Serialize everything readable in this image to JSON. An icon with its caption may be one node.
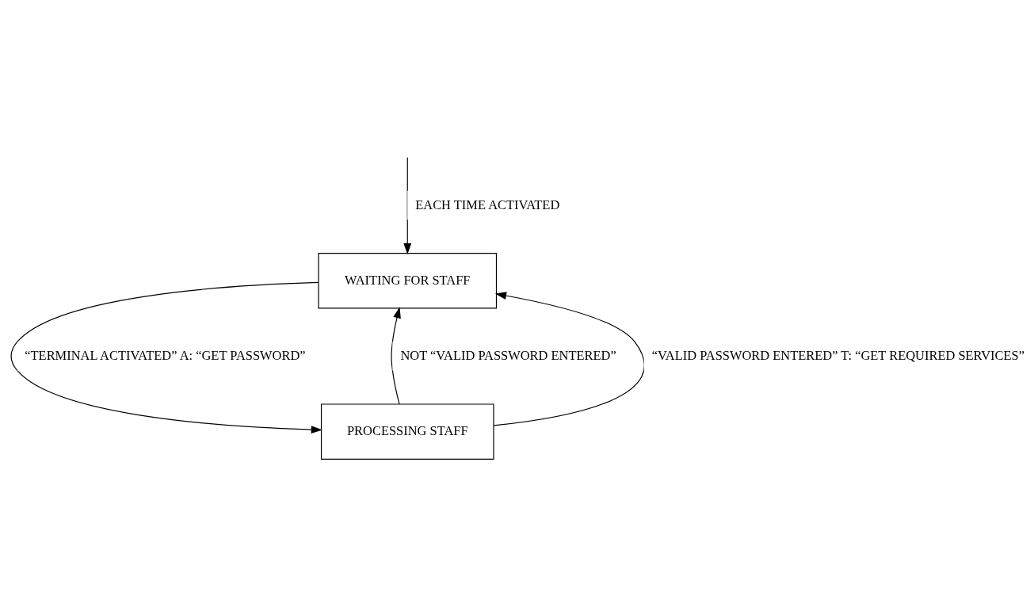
{
  "diagram": {
    "nodes": [
      {
        "text": [
          "WAITING FOR STAFF"
        ]
      },
      {
        "text": [
          "PROCESSING STAFF"
        ]
      }
    ],
    "edges": [
      {
        "from": null,
        "to": 0,
        "arrow": "to",
        "label": "EACH TIME ACTIVATED"
      },
      {
        "from": 0,
        "to": 1,
        "arrow": "to",
        "label": "“TERMINAL ACTIVATED” A: “GET PASSWORD”"
      },
      {
        "from": 1,
        "to": 0,
        "arrow": "to",
        "label": "NOT “VALID PASSWORD ENTERED”"
      },
      {
        "from": 1,
        "to": 0,
        "arrow": "to",
        "label": "“VALID PASSWORD ENTERED” T: “GET REQUIRED SERVICES”"
      }
    ]
  }
}
